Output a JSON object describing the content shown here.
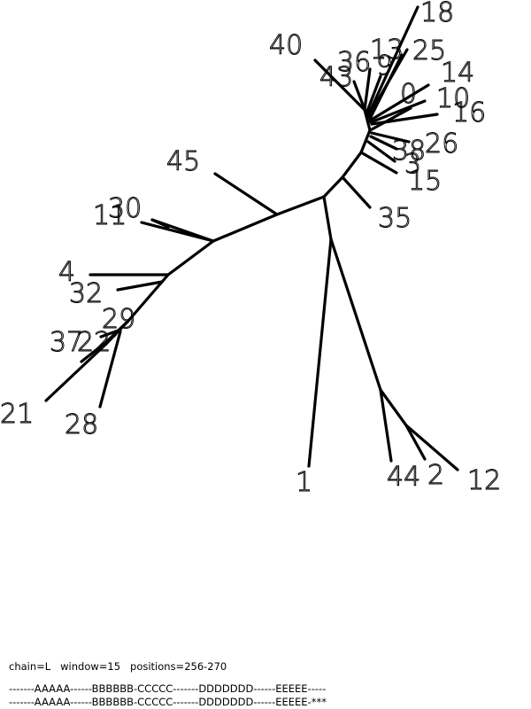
{
  "diagram": {
    "type": "unrooted-phylogenetic-tree",
    "leaves": [
      "18",
      "40",
      "13",
      "25",
      "36",
      "9",
      "43",
      "14",
      "0",
      "10",
      "16",
      "26",
      "38",
      "3",
      "15",
      "45",
      "35",
      "30",
      "11",
      "4",
      "32",
      "29",
      "37",
      "22",
      "21",
      "28",
      "1",
      "44",
      "2",
      "12"
    ]
  },
  "footer": {
    "info": "chain=L   window=15   positions=256-270",
    "sequence_1": "-------AAAAA------BBBBBB-CCCCC-------DDDDDDD------EEEEE-----",
    "sequence_2": "-------AAAAA------BBBBBB-CCCCC-------DDDDDDD------EEEEE-***"
  }
}
